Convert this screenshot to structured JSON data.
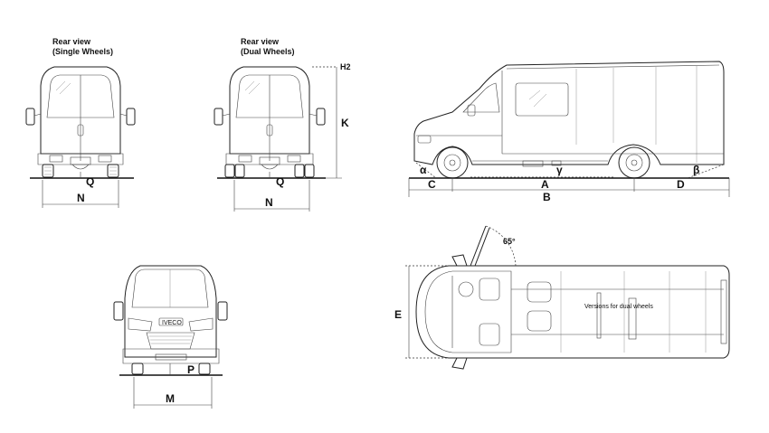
{
  "captions": {
    "rear_single_line1": "Rear view",
    "rear_single_line2": "(Single Wheels)",
    "rear_dual_line1": "Rear view",
    "rear_dual_line2": "(Dual Wheels)"
  },
  "dimensions": {
    "q1": "Q",
    "n1": "N",
    "q2": "Q",
    "n2": "N",
    "h2": "H2",
    "k": "K",
    "alpha": "α",
    "gamma": "γ",
    "beta": "β",
    "a": "A",
    "b": "B",
    "c": "C",
    "d": "D",
    "e": "E",
    "m": "M",
    "p": "P",
    "angle": "65°"
  },
  "annotations": {
    "dual_wheels_note": "Versions for dual wheels"
  },
  "brand": {
    "badge_text": "IVECO"
  }
}
